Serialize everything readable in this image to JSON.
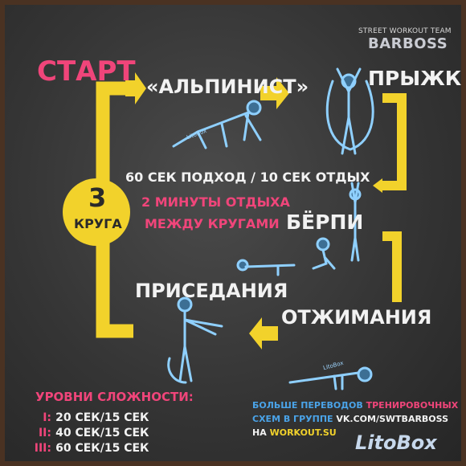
{
  "brand": {
    "team_top": "STREET WORKOUT TEAM",
    "team_name": "BARBOSS",
    "logo_text": "LitoBox"
  },
  "route": {
    "start_label": "СТАРТ",
    "rounds_number": "3",
    "rounds_label": "КРУГА"
  },
  "exercises": {
    "climber": "«АЛЬПИНИСТ»",
    "jumps": "ПРЫЖКИ",
    "burpee": "БЁРПИ",
    "pushups": "ОТЖИМАНИЯ",
    "squats": "ПРИСЕДАНИЯ"
  },
  "timing": {
    "set_rest": "60 СЕК ПОДХОД / 10 СЕК ОТДЫХ",
    "round_rest_line1": "2 МИНУТЫ ОТДЫХА",
    "round_rest_line2": "МЕЖДУ КРУГАМИ"
  },
  "difficulty": {
    "title": "УРОВНИ СЛОЖНОСТИ:",
    "levels": [
      {
        "mark": "I:",
        "text": "20 СЕК/15 СЕК"
      },
      {
        "mark": "II:",
        "text": "40 СЕК/15 СЕК"
      },
      {
        "mark": "III:",
        "text": "60 СЕК/15 СЕК"
      }
    ]
  },
  "footer": {
    "line1_a": "БОЛЬШЕ ПЕРЕВОДОВ",
    "line1_b": "ТРЕНИРОВОЧНЫХ",
    "line2_a": "СХЕМ В ГРУППЕ",
    "line2_b": "VK.COM/SWTBARBOSS",
    "line3_a": "НА",
    "line3_b": "WORKOUT.SU"
  },
  "figure_tag": "LitoBox",
  "colors": {
    "yellow": "#f2d22b",
    "pink": "#f0457a",
    "white": "#f2f2f2",
    "blue": "#4aa3e8",
    "outline_blue": "#8fd0ff"
  }
}
